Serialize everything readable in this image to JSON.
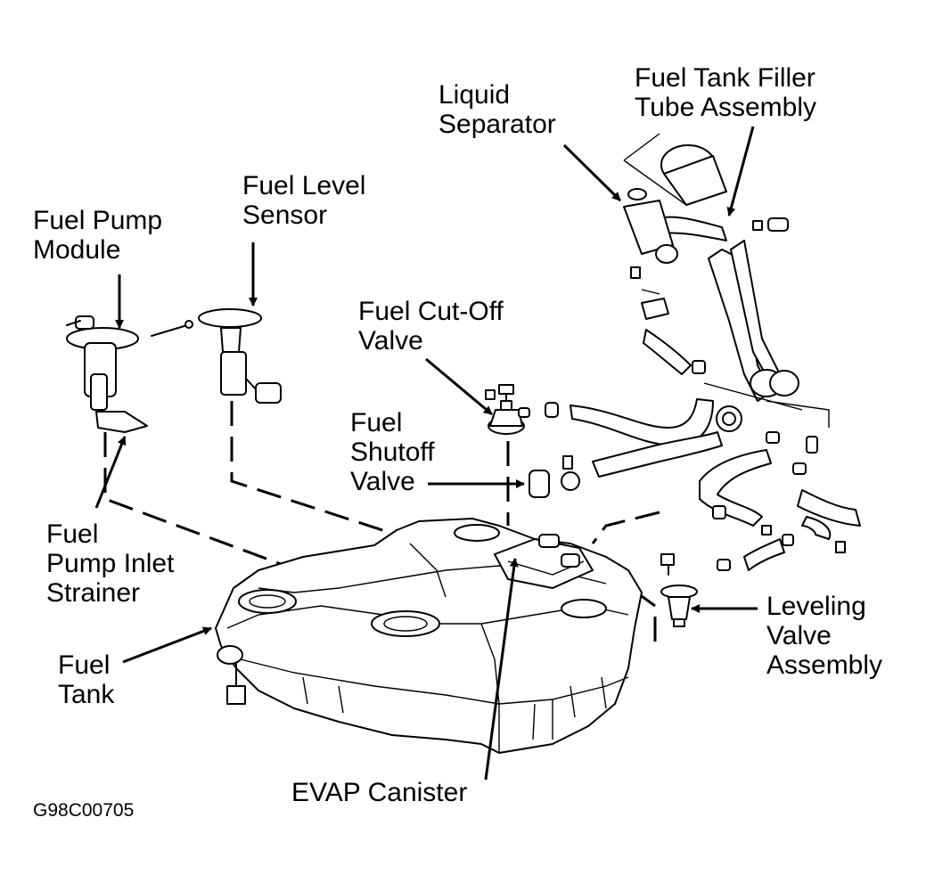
{
  "labels": {
    "fuel_pump_module": [
      "Fuel Pump",
      "Module"
    ],
    "fuel_level_sensor": [
      "Fuel Level",
      "Sensor"
    ],
    "liquid_separator": [
      "Liquid",
      "Separator"
    ],
    "filler_tube": [
      "Fuel Tank Filler",
      "Tube Assembly"
    ],
    "fuel_cutoff_valve": [
      "Fuel Cut-Off",
      "Valve"
    ],
    "fuel_shutoff_valve": [
      "Fuel",
      "Shutoff",
      "Valve"
    ],
    "pump_inlet_strainer": [
      "Fuel",
      "Pump Inlet",
      "Strainer"
    ],
    "fuel_tank": [
      "Fuel",
      "Tank"
    ],
    "evap_canister": [
      "EVAP Canister"
    ],
    "leveling_valve": [
      "Leveling",
      "Valve",
      "Assembly"
    ]
  },
  "figure_code": "G98C00705"
}
